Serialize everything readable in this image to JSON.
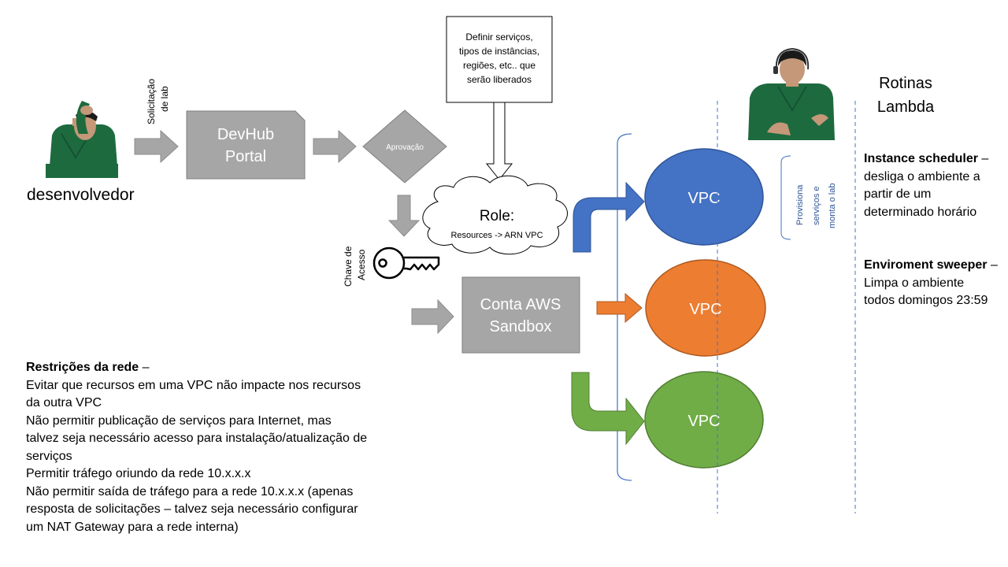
{
  "developer": {
    "label": "desenvolvedor"
  },
  "request": {
    "line1": "Solicitação",
    "line2": "de lab"
  },
  "portal": {
    "line1": "DevHub",
    "line2": "Portal"
  },
  "approval": {
    "label": "Aprovação"
  },
  "define_box": {
    "lines": [
      "Definir serviços,",
      "tipos de instâncias,",
      "regiões, etc..  que",
      "serão liberados"
    ]
  },
  "role": {
    "title": "Role:",
    "subtitle": "Resources -> ARN VPC"
  },
  "access_key": {
    "line1": "Chave de",
    "line2": "Acesso"
  },
  "sandbox": {
    "line1": "Conta AWS",
    "line2": "Sandbox"
  },
  "vpcs": [
    {
      "label": "VPC",
      "color": "#4472c4"
    },
    {
      "label": "VPC",
      "color": "#ed7d31"
    },
    {
      "label": "VPC",
      "color": "#70ad47"
    }
  ],
  "provision": {
    "lines": [
      "Provisiona",
      "serviços e",
      "monta o lab"
    ]
  },
  "lambda": {
    "line1": "Rotinas",
    "line2": "Lambda"
  },
  "instance_scheduler": {
    "title": "Instance scheduler",
    "suffix": " –",
    "lines": [
      "desliga o ambiente a",
      "partir de um",
      "determinado horário"
    ]
  },
  "env_sweeper": {
    "title": "Enviroment sweeper",
    "suffix": " –",
    "lines": [
      "Limpa o ambiente",
      "todos domingos 23:59"
    ]
  },
  "restrictions": {
    "title": "Restrições da rede",
    "suffix": " –",
    "lines": [
      "Evitar que recursos em uma VPC não impacte nos recursos",
      "da outra VPC",
      "Não permitir publicação de serviços para Internet, mas",
      "talvez seja necessário acesso para instalação/atualização de",
      "serviços",
      "Permitir tráfego oriundo da rede 10.x.x.x",
      "Não permitir saída de tráfego para a rede 10.x.x.x (apenas",
      "resposta de solicitações – talvez seja necessário configurar",
      "um NAT Gateway para a rede interna)"
    ]
  },
  "colors": {
    "gray_shape": "#a6a6a6",
    "gray_border": "#8c8c8c",
    "blue_arrow": "#4472c4",
    "orange_arrow": "#ed7d31",
    "green_arrow": "#70ad47",
    "divider": "#4472c4"
  }
}
